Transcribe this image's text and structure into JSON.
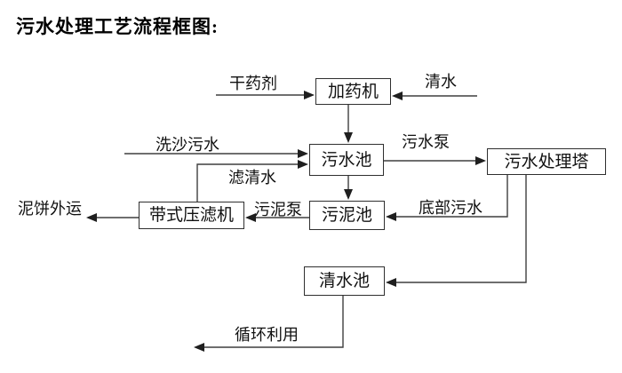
{
  "title": "污水处理工艺流程框图:",
  "nodes": {
    "dosing_machine": "加药机",
    "sewage_pool": "污水池",
    "treatment_tower": "污水处理塔",
    "sludge_pool": "污泥池",
    "belt_filter_press": "带式压滤机",
    "clean_water_pool": "清水池"
  },
  "flows": [
    {
      "label": "干药剂",
      "from": "external",
      "to": "加药机"
    },
    {
      "label": "清水",
      "from": "external",
      "to": "加药机"
    },
    {
      "label": "",
      "from": "加药机",
      "to": "污水池"
    },
    {
      "label": "洗沙污水",
      "from": "external",
      "to": "污水池"
    },
    {
      "label": "滤清水",
      "from": "带式压滤机",
      "to": "污水池"
    },
    {
      "label": "污水泵",
      "from": "污水池",
      "to": "污水处理塔"
    },
    {
      "label": "",
      "from": "污水池",
      "to": "污泥池"
    },
    {
      "label": "底部污水",
      "from": "污水处理塔",
      "to": "污泥池"
    },
    {
      "label": "污泥泵",
      "from": "污泥池",
      "to": "带式压滤机"
    },
    {
      "label": "泥饼外运",
      "from": "带式压滤机",
      "to": "external"
    },
    {
      "label": "",
      "from": "污水处理塔",
      "to": "清水池"
    },
    {
      "label": "循环利用",
      "from": "清水池",
      "to": "external"
    }
  ],
  "colors": {
    "background": "#ffffff",
    "line": "#3f3f3f",
    "text": "#000000"
  }
}
